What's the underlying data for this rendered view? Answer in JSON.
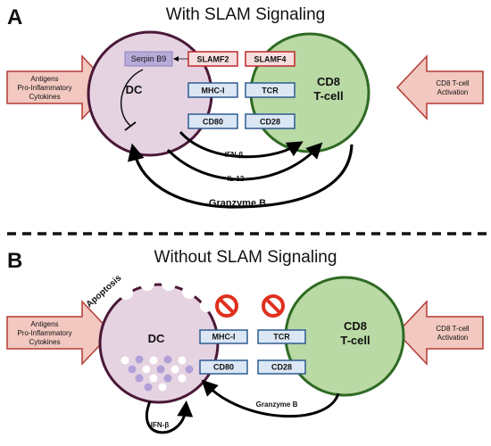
{
  "colors": {
    "dc_fill": "#e6d3e2",
    "dc_stroke": "#4a1838",
    "tcell_fill": "#b9d9a5",
    "tcell_stroke": "#2f6a24",
    "blue_box_fill": "#dbe7f5",
    "blue_box_stroke": "#2e5c91",
    "red_box_fill": "#f7dede",
    "red_box_stroke": "#c0292b",
    "serpin_fill": "#b6abd9",
    "side_arrow_fill": "#f2c8c0",
    "side_arrow_stroke": "#b33a35",
    "no_sign": "#e0301e",
    "dot_purple": "#b1a0d8"
  },
  "panel_a": {
    "letter": "A",
    "title": "With SLAM Signaling",
    "dc_label": "DC",
    "tcell_label": "CD8\nT-cell",
    "serpin_label": "Serpin B9",
    "dc_receptors": [
      "SLAMF2",
      "MHC-I",
      "CD80"
    ],
    "tcell_receptors": [
      "SLAMF4",
      "TCR",
      "CD28"
    ],
    "left_arrow_text": [
      "Antigens",
      "Pro-Inflammatory",
      "Cytokines"
    ],
    "right_arrow_text": [
      "CD8 T-cell",
      "Activation"
    ],
    "flows": [
      "IFN-β",
      "IL-12",
      "Granzyme B"
    ]
  },
  "panel_b": {
    "letter": "B",
    "title": "Without SLAM Signaling",
    "dc_label": "DC",
    "tcell_label": "CD8\nT-cell",
    "apoptosis_label": "Apoptosis",
    "dc_receptors": [
      "MHC-I",
      "CD80"
    ],
    "tcell_receptors": [
      "TCR",
      "CD28"
    ],
    "left_arrow_text": [
      "Antigens",
      "Pro-Inflammatory",
      "Cytokines"
    ],
    "right_arrow_text": [
      "CD8 T-cell",
      "Activation"
    ],
    "flows": [
      "IFN-β",
      "Granzyme B"
    ]
  }
}
